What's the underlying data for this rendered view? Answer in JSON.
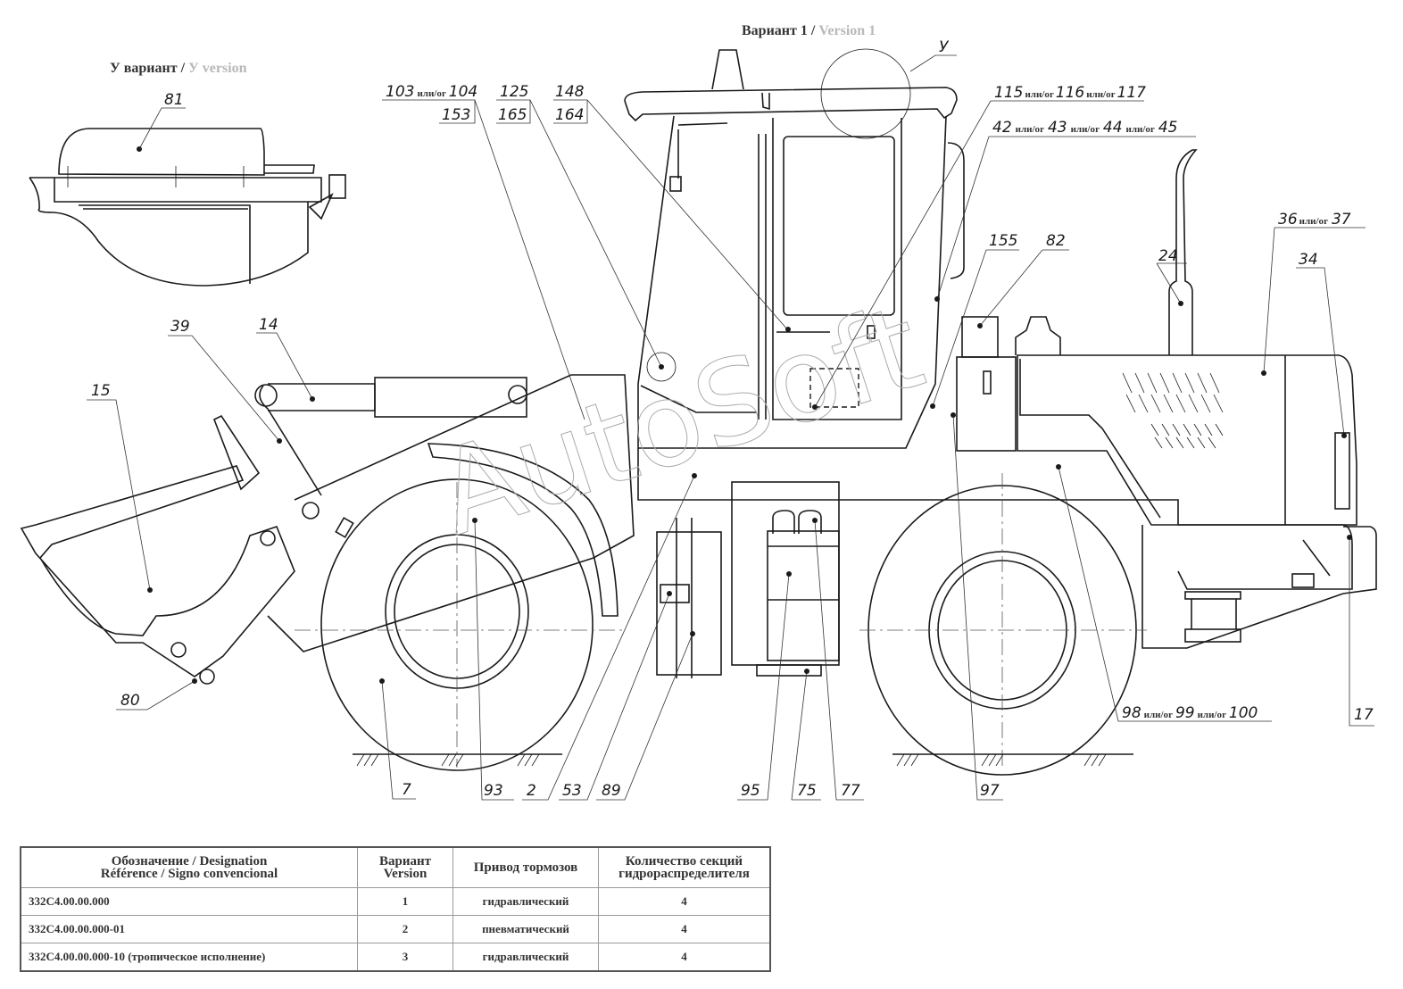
{
  "titles": {
    "main_view_ru": "Вариант 1",
    "main_view_en": "Version 1",
    "detail_view_ru": "У вариант",
    "detail_view_en": "У version",
    "separator": " / "
  },
  "callouts": {
    "c81": "81",
    "cY": "У",
    "c103": "103",
    "c104": "104",
    "c153": "153",
    "c125": "125",
    "c165": "165",
    "c148": "148",
    "c164": "164",
    "c115": "115",
    "c116": "116",
    "c117": "117",
    "c42": "42",
    "c43": "43",
    "c44": "44",
    "c45": "45",
    "c155": "155",
    "c82": "82",
    "c24": "24",
    "c36": "36",
    "c37": "37",
    "c34": "34",
    "c39": "39",
    "c14": "14",
    "c15": "15",
    "c80": "80",
    "c7": "7",
    "c93": "93",
    "c2": "2",
    "c53": "53",
    "c89": "89",
    "c95": "95",
    "c75": "75",
    "c77": "77",
    "c97": "97",
    "c98": "98",
    "c99": "99",
    "c100": "100",
    "c17": "17",
    "or": "или/or"
  },
  "watermark": "AutoSoft",
  "table": {
    "headers": {
      "designation_line1": "Обозначение / Designation",
      "designation_line2": "Référence / Signo convencional",
      "version_line1": "Вариант",
      "version_line2": "Version",
      "brakes": "Привод тормозов",
      "sections_line1": "Количество секций",
      "sections_line2": "гидрораспределителя"
    },
    "rows": [
      {
        "designation": "332С4.00.00.000",
        "version": "1",
        "brakes": "гидравлический",
        "sections": "4"
      },
      {
        "designation": "332С4.00.00.000-01",
        "version": "2",
        "brakes": "пневматический",
        "sections": "4"
      },
      {
        "designation": "332С4.00.00.000-10 (тропическое исполнение)",
        "version": "3",
        "brakes": "гидравлический",
        "sections": "4"
      }
    ]
  }
}
